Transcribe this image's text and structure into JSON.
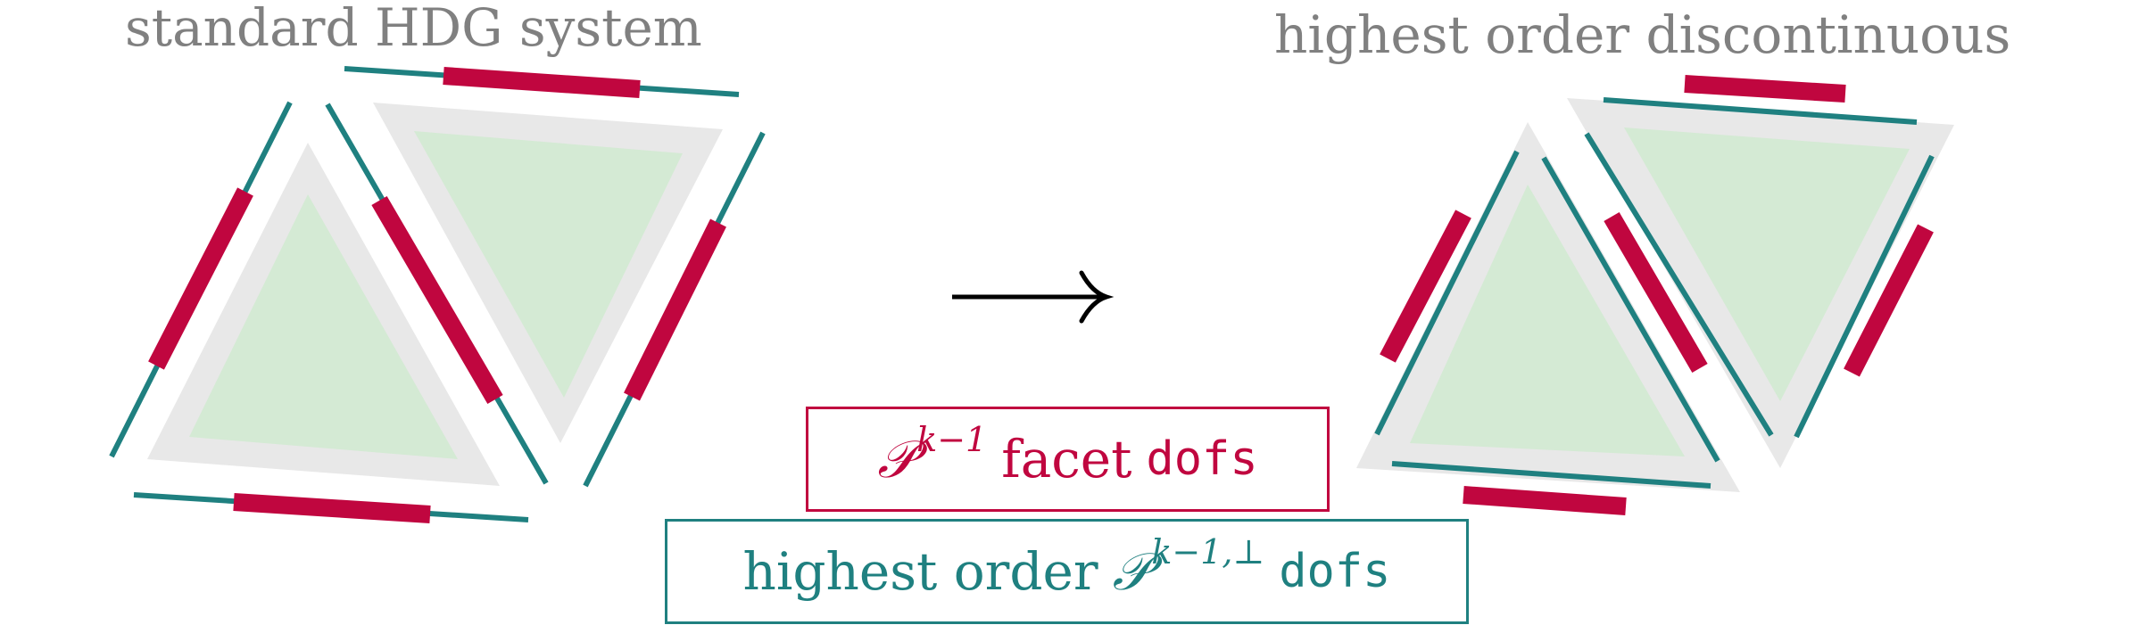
{
  "titles": {
    "left": "standard HDG system",
    "right": "highest order discontinuous"
  },
  "legend": {
    "facet": {
      "symbol": "𝒫",
      "superscript": "k−1",
      "text": "facet",
      "code": "dofs"
    },
    "highest": {
      "text": "highest order",
      "symbol": "𝒫",
      "superscript": "k−1,⊥",
      "code": "dofs"
    }
  },
  "arrow_icon": "long-right-arrow-icon",
  "colors": {
    "title_gray": "#808080",
    "element_border": "#e8e8e8",
    "element_fill": "#d4ead4",
    "facet_dofs": "#c0063f",
    "highest_order_dofs": "#1f8080",
    "arrow": "#000000"
  }
}
